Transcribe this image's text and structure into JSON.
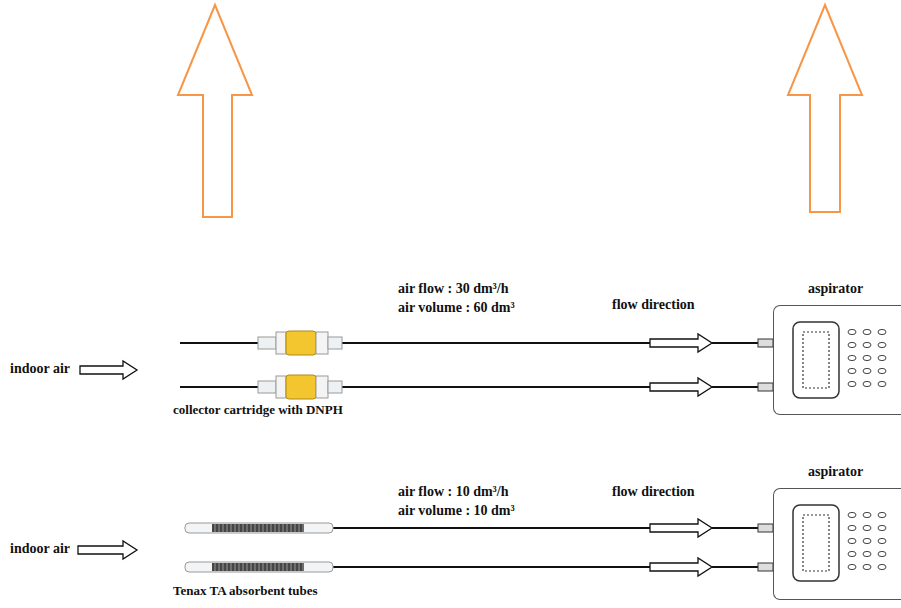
{
  "diagram": {
    "nodes": [
      {
        "text": [
          "aspirator"
        ]
      },
      {
        "text": [
          "aspirator"
        ]
      }
    ],
    "labels": [
      "indoor air",
      "air flow : 30 dm³/h",
      "air volume : 60 dm³",
      "flow direction",
      "collector cartridge with DNPH",
      "air flow : 10 dm³/h",
      "air volume : 10 dm³",
      "flow direction",
      "indoor air",
      "Tenax TA absorbent tubes"
    ]
  }
}
